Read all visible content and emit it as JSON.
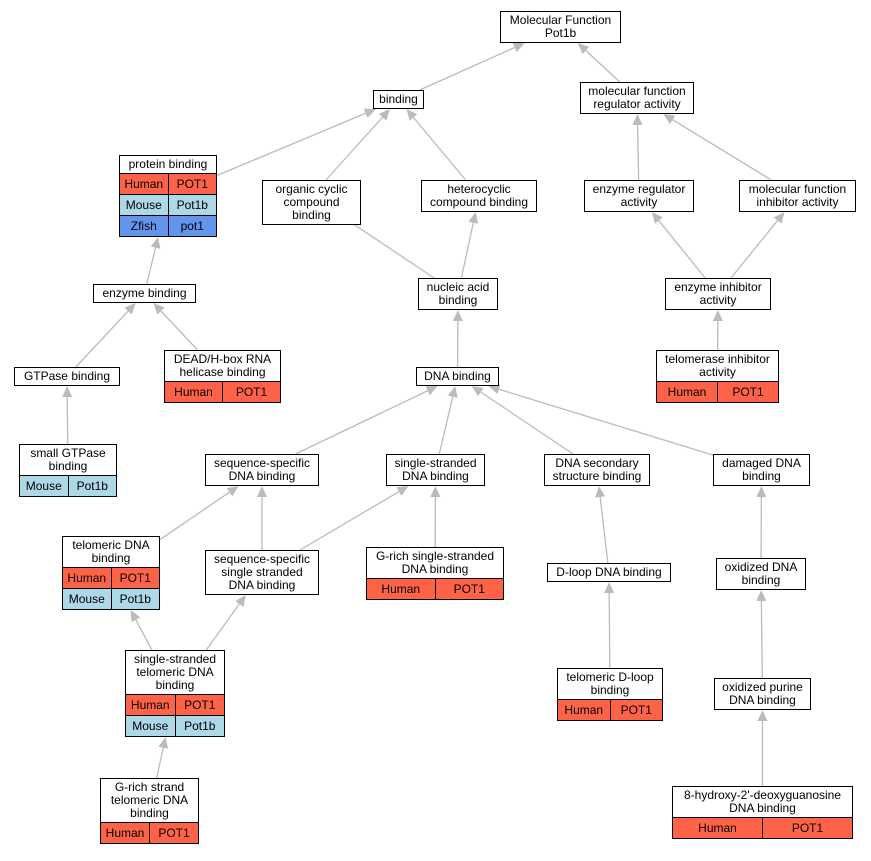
{
  "colors": {
    "edge": "#bbbbbb",
    "species": {
      "Human": "#ff6347",
      "Mouse": "#add8e6",
      "Zfish": "#6495ed"
    }
  },
  "nodes": [
    {
      "id": "molecular-function",
      "label": "Molecular Function\nPot1b",
      "rows": []
    },
    {
      "id": "binding",
      "label": "binding",
      "rows": []
    },
    {
      "id": "mf-regulator-activity",
      "label": "molecular function\nregulator activity",
      "rows": []
    },
    {
      "id": "protein-binding",
      "label": "protein binding",
      "rows": [
        {
          "species": "Human",
          "gene": "POT1"
        },
        {
          "species": "Mouse",
          "gene": "Pot1b"
        },
        {
          "species": "Zfish",
          "gene": "pot1"
        }
      ]
    },
    {
      "id": "organic-cyclic",
      "label": "organic cyclic\ncompound binding",
      "rows": []
    },
    {
      "id": "heterocyclic",
      "label": "heterocyclic\ncompound binding",
      "rows": []
    },
    {
      "id": "enzyme-regulator",
      "label": "enzyme regulator\nactivity",
      "rows": []
    },
    {
      "id": "mf-inhibitor",
      "label": "molecular function\ninhibitor activity",
      "rows": []
    },
    {
      "id": "enzyme-binding",
      "label": "enzyme binding",
      "rows": []
    },
    {
      "id": "nucleic-acid",
      "label": "nucleic acid\nbinding",
      "rows": []
    },
    {
      "id": "enzyme-inhibitor",
      "label": "enzyme inhibitor\nactivity",
      "rows": []
    },
    {
      "id": "gtpase-binding",
      "label": "GTPase binding",
      "rows": []
    },
    {
      "id": "dead-box",
      "label": "DEAD/H-box RNA\nhelicase binding",
      "rows": [
        {
          "species": "Human",
          "gene": "POT1"
        }
      ]
    },
    {
      "id": "dna-binding",
      "label": "DNA binding",
      "rows": []
    },
    {
      "id": "telomerase-inhibitor",
      "label": "telomerase inhibitor\nactivity",
      "rows": [
        {
          "species": "Human",
          "gene": "POT1"
        }
      ]
    },
    {
      "id": "small-gtpase",
      "label": "small GTPase\nbinding",
      "rows": [
        {
          "species": "Mouse",
          "gene": "Pot1b"
        }
      ]
    },
    {
      "id": "seq-specific",
      "label": "sequence-specific\nDNA binding",
      "rows": []
    },
    {
      "id": "single-stranded",
      "label": "single-stranded\nDNA binding",
      "rows": []
    },
    {
      "id": "dna-secondary",
      "label": "DNA secondary\nstructure binding",
      "rows": []
    },
    {
      "id": "damaged-dna",
      "label": "damaged DNA\nbinding",
      "rows": []
    },
    {
      "id": "telomeric-dna",
      "label": "telomeric DNA\nbinding",
      "rows": [
        {
          "species": "Human",
          "gene": "POT1"
        },
        {
          "species": "Mouse",
          "gene": "Pot1b"
        }
      ]
    },
    {
      "id": "seq-specific-ss",
      "label": "sequence-specific\nsingle stranded\nDNA binding",
      "rows": []
    },
    {
      "id": "g-rich-ss",
      "label": "G-rich single-stranded\nDNA binding",
      "rows": [
        {
          "species": "Human",
          "gene": "POT1"
        }
      ]
    },
    {
      "id": "d-loop",
      "label": "D-loop DNA binding",
      "rows": []
    },
    {
      "id": "oxidized-dna",
      "label": "oxidized DNA\nbinding",
      "rows": []
    },
    {
      "id": "ss-telomeric",
      "label": "single-stranded\ntelomeric DNA\nbinding",
      "rows": [
        {
          "species": "Human",
          "gene": "POT1"
        },
        {
          "species": "Mouse",
          "gene": "Pot1b"
        }
      ]
    },
    {
      "id": "telomeric-d-loop",
      "label": "telomeric D-loop\nbinding",
      "rows": [
        {
          "species": "Human",
          "gene": "POT1"
        }
      ]
    },
    {
      "id": "oxidized-purine",
      "label": "oxidized purine\nDNA binding",
      "rows": []
    },
    {
      "id": "g-rich-strand",
      "label": "G-rich strand\ntelomeric DNA\nbinding",
      "rows": [
        {
          "species": "Human",
          "gene": "POT1"
        }
      ]
    },
    {
      "id": "8-hydroxy",
      "label": "8-hydroxy-2'-deoxyguanosine\nDNA binding",
      "rows": [
        {
          "species": "Human",
          "gene": "POT1"
        }
      ]
    }
  ],
  "edges": [
    {
      "from": "binding",
      "to": "molecular-function"
    },
    {
      "from": "mf-regulator-activity",
      "to": "molecular-function"
    },
    {
      "from": "protein-binding",
      "to": "binding"
    },
    {
      "from": "organic-cyclic",
      "to": "binding"
    },
    {
      "from": "heterocyclic",
      "to": "binding"
    },
    {
      "from": "enzyme-regulator",
      "to": "mf-regulator-activity"
    },
    {
      "from": "mf-inhibitor",
      "to": "mf-regulator-activity"
    },
    {
      "from": "enzyme-binding",
      "to": "protein-binding"
    },
    {
      "from": "nucleic-acid",
      "to": "organic-cyclic"
    },
    {
      "from": "nucleic-acid",
      "to": "heterocyclic"
    },
    {
      "from": "enzyme-inhibitor",
      "to": "enzyme-regulator"
    },
    {
      "from": "enzyme-inhibitor",
      "to": "mf-inhibitor"
    },
    {
      "from": "gtpase-binding",
      "to": "enzyme-binding"
    },
    {
      "from": "dead-box",
      "to": "enzyme-binding"
    },
    {
      "from": "dna-binding",
      "to": "nucleic-acid"
    },
    {
      "from": "telomerase-inhibitor",
      "to": "enzyme-inhibitor"
    },
    {
      "from": "small-gtpase",
      "to": "gtpase-binding"
    },
    {
      "from": "seq-specific",
      "to": "dna-binding"
    },
    {
      "from": "single-stranded",
      "to": "dna-binding"
    },
    {
      "from": "dna-secondary",
      "to": "dna-binding"
    },
    {
      "from": "damaged-dna",
      "to": "dna-binding"
    },
    {
      "from": "telomeric-dna",
      "to": "seq-specific"
    },
    {
      "from": "seq-specific-ss",
      "to": "seq-specific"
    },
    {
      "from": "seq-specific-ss",
      "to": "single-stranded"
    },
    {
      "from": "g-rich-ss",
      "to": "single-stranded"
    },
    {
      "from": "d-loop",
      "to": "dna-secondary"
    },
    {
      "from": "oxidized-dna",
      "to": "damaged-dna"
    },
    {
      "from": "ss-telomeric",
      "to": "telomeric-dna"
    },
    {
      "from": "ss-telomeric",
      "to": "seq-specific-ss"
    },
    {
      "from": "telomeric-d-loop",
      "to": "d-loop"
    },
    {
      "from": "oxidized-purine",
      "to": "oxidized-dna"
    },
    {
      "from": "g-rich-strand",
      "to": "ss-telomeric"
    },
    {
      "from": "8-hydroxy",
      "to": "oxidized-purine"
    }
  ]
}
